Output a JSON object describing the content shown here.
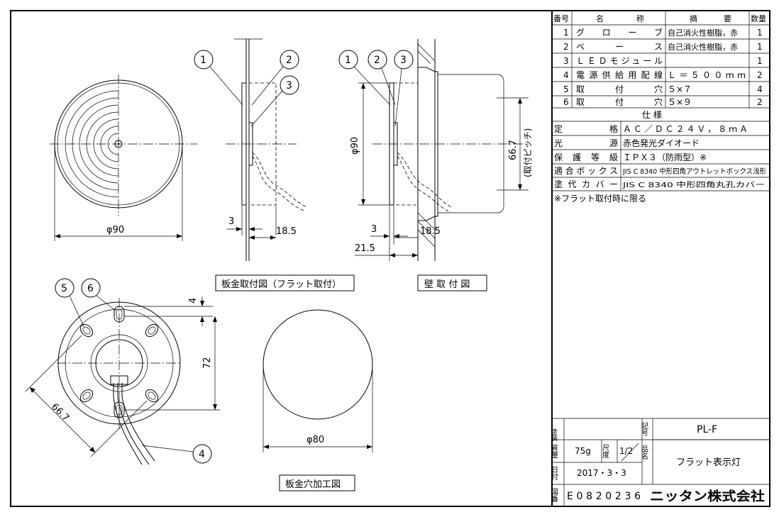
{
  "views": {
    "flat_mount_caption": "板金取付図（フラット取付）",
    "wall_mount_caption": "壁 取 付 図",
    "hole_process_caption": "板金穴加工図"
  },
  "dimensions": {
    "front_diameter": "φ90",
    "side_diameter": "φ90",
    "flat_offset_3": "3",
    "flat_depth_18_5": "18.5",
    "wall_offset_3": "3",
    "wall_depth_18_5": "18.5",
    "wall_total_21_5": "21.5",
    "pitch_66_7": "66.7",
    "pitch_note": "(取付ピッチ)",
    "slot_4": "4",
    "height_72": "72",
    "diag_66_7": "66.7",
    "hole_diameter": "φ80"
  },
  "balloons": [
    "1",
    "2",
    "3",
    "4",
    "5",
    "6"
  ],
  "parts_table": {
    "headers": [
      "番号",
      "名",
      "称",
      "摘",
      "要",
      "数量"
    ],
    "rows": [
      {
        "no": "1",
        "name": "グ ロ ー ブ",
        "spec": "自己消火性樹脂，赤",
        "qty": "1"
      },
      {
        "no": "2",
        "name": "ベ ー ス",
        "spec": "自己消火性樹脂，赤",
        "qty": "1"
      },
      {
        "no": "3",
        "name": "ＬＥＤモジュール",
        "spec": "",
        "qty": "1"
      },
      {
        "no": "4",
        "name": "電源供給用配線",
        "spec": "Ｌ＝５００ｍｍ",
        "qty": "2"
      },
      {
        "no": "5",
        "name": "取 付 穴",
        "spec": "５×７",
        "qty": "4"
      },
      {
        "no": "6",
        "name": "取 付 穴",
        "spec": "５×９",
        "qty": "2"
      }
    ]
  },
  "spec_table": {
    "title": "仕 様",
    "rows": [
      {
        "label": "定 格",
        "value": "ＡＣ／ＤＣ２４Ｖ，８ｍＡ"
      },
      {
        "label": "光 源",
        "value": "赤色発光ダイオード"
      },
      {
        "label": "保 護 等 級",
        "value": "ＩＰＸ３（防雨型）※"
      },
      {
        "label": "適合ボックス",
        "value": "JIS C 8340 中形四角アウトレットボックス浅形"
      },
      {
        "label": "塗代カバー",
        "value": "JIS C 8340 中形四角丸孔カバー"
      }
    ],
    "note": "※フラット取付時に限る"
  },
  "title_block": {
    "coating_label": "塗装",
    "mark_label": "記号",
    "model": "PL-F",
    "weight_label": "質量",
    "weight": "75g",
    "scale_label": "尺度",
    "scale": "1/2",
    "product_label": "品名",
    "product_name": "フラット表示灯",
    "date_label": "日付",
    "date": "2017・3・3",
    "drawing_label": "図番",
    "drawing_no": "E0820236",
    "company": "ニッタン株式会社"
  }
}
